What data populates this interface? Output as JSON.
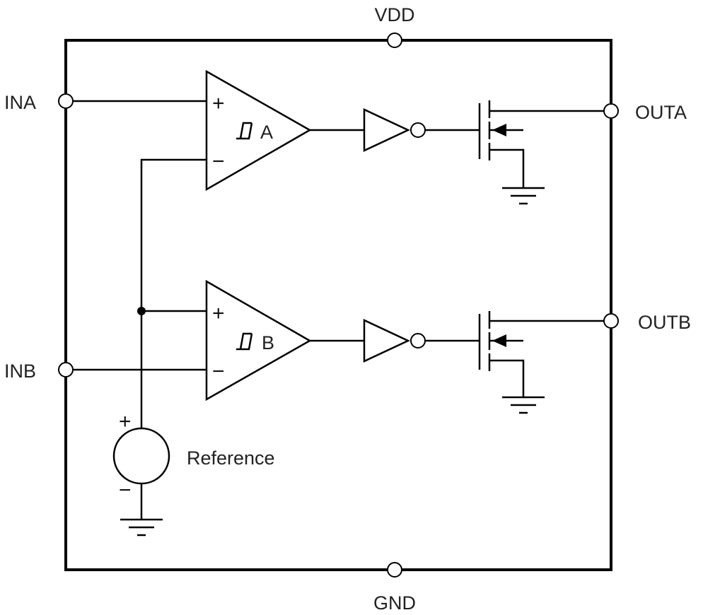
{
  "pins": {
    "vdd": "VDD",
    "gnd": "GND",
    "ina": "INA",
    "inb": "INB",
    "outa": "OUTA",
    "outb": "OUTB"
  },
  "comparators": {
    "a": {
      "label": "A",
      "plus": "+",
      "minus": "−"
    },
    "b": {
      "label": "B",
      "plus": "+",
      "minus": "−"
    }
  },
  "reference": {
    "label": "Reference",
    "plus": "+",
    "minus": "−"
  }
}
